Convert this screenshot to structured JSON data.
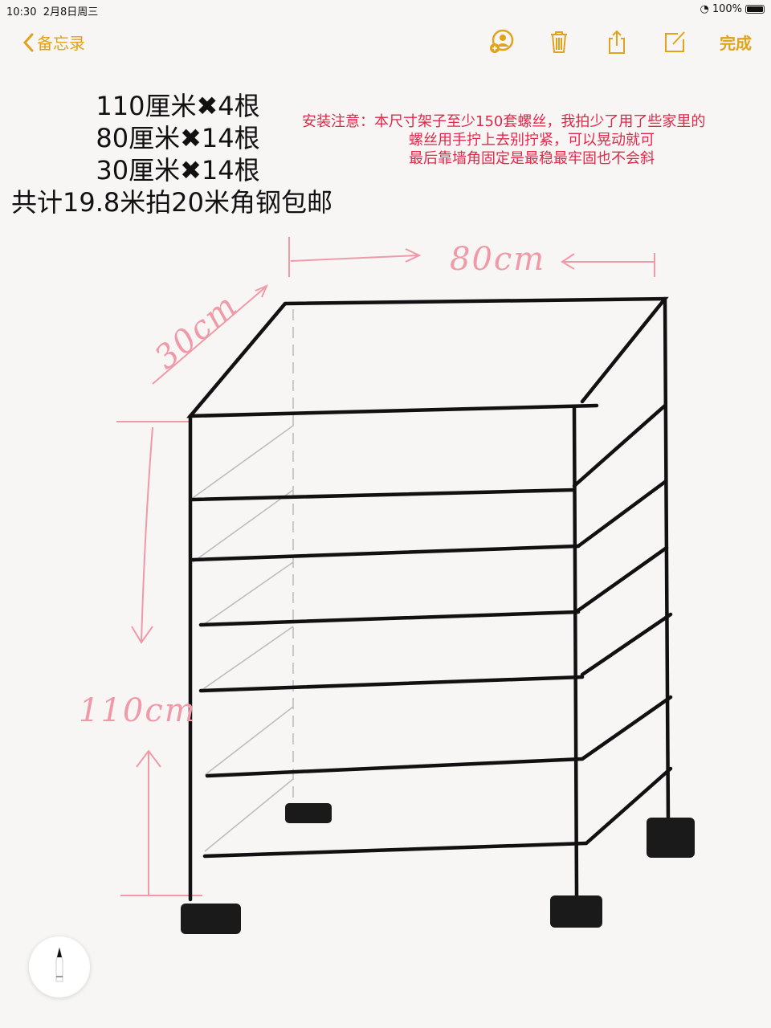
{
  "status_bar": {
    "time": "10:30",
    "date": "2月8日周三",
    "battery": "100%"
  },
  "nav": {
    "back_label": "备忘录",
    "done_label": "完成"
  },
  "toolbar_icons": [
    "add-person-icon",
    "trash-icon",
    "share-icon",
    "compose-icon"
  ],
  "accent_color": "#e0a31b",
  "materials": [
    "110厘米✖4根",
    "80厘米✖14根",
    "30厘米✖14根",
    "共计19.8米拍20米角钢包邮"
  ],
  "notice": {
    "lines": [
      "安装注意：本尺寸架子至少150套螺丝，我拍少了用了些家里的",
      "螺丝用手拧上去别拧紧，可以晃动就可",
      "最后靠墙角固定是最稳最牢固也不会斜"
    ],
    "color": "#e0284a"
  },
  "sketch_labels": {
    "width": "80cm",
    "depth": "30cm",
    "height": "110cm"
  }
}
